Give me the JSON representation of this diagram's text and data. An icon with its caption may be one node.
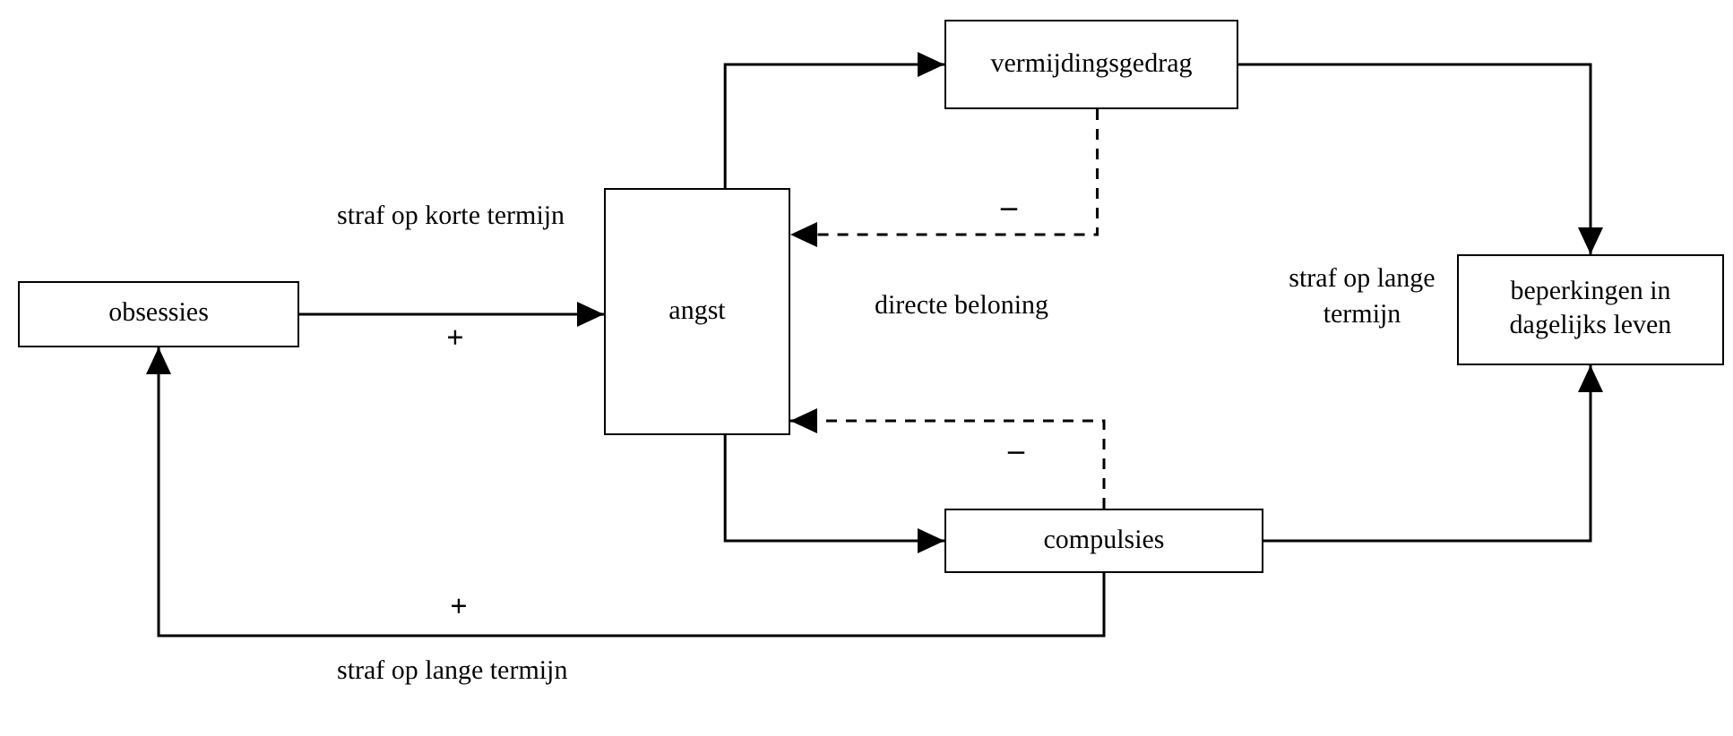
{
  "diagram": {
    "nodes": [
      {
        "text": [
          "obsessies"
        ]
      },
      {
        "text": [
          "angst"
        ]
      },
      {
        "text": [
          "vermijdingsgedrag"
        ]
      },
      {
        "text": [
          "beperkingen in dagelijks leven"
        ]
      },
      {
        "text": [
          "compulsies"
        ]
      }
    ],
    "edges": [
      {
        "from": 0,
        "to": 1,
        "arrow": "to",
        "label": "straf op korte termijn"
      },
      {
        "from": 1,
        "to": 2,
        "arrow": "to"
      },
      {
        "from": 2,
        "to": 3,
        "arrow": "to"
      },
      {
        "from": 2,
        "to": 1,
        "arrow": "to",
        "style": "dashed",
        "label": "–"
      },
      {
        "from": 4,
        "to": 1,
        "arrow": "to",
        "style": "dashed",
        "label": "–"
      },
      {
        "from": 1,
        "to": 4,
        "arrow": "to"
      },
      {
        "from": 4,
        "to": 3,
        "arrow": "to"
      },
      {
        "from": 4,
        "to": 0,
        "arrow": "to",
        "label": "straf op lange termijn"
      }
    ],
    "labels": [
      "+",
      "directe beloning",
      "straf op lange termijn",
      "+"
    ]
  }
}
